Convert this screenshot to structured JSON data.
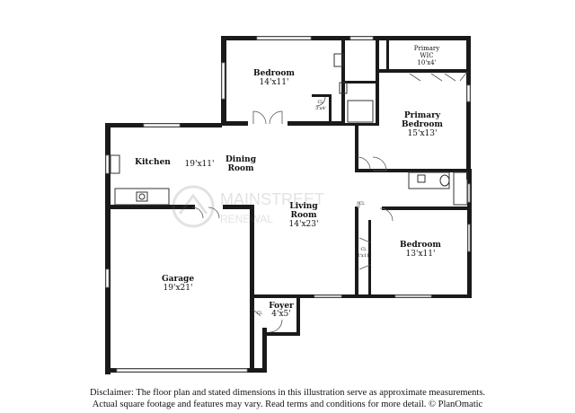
{
  "rooms": {
    "bedroom1": {
      "name": "Bedroom",
      "dims": "14'x11'"
    },
    "closet1": {
      "name": "Cl.",
      "dims": "3'x4'"
    },
    "primary_wic": {
      "name": "Primary",
      "name2": "WIC",
      "dims": "10'x4'"
    },
    "primary_bedroom": {
      "name": "Primary",
      "name2": "Bedroom",
      "dims": "15'x13'"
    },
    "kitchen": {
      "name": "Kitchen"
    },
    "dining": {
      "name": "Dining",
      "name2": "Room",
      "dims": "19'x11'"
    },
    "living": {
      "name": "Living",
      "name2": "Room",
      "dims": "14'x23'"
    },
    "closet2": {
      "name": "Cl."
    },
    "closet3": {
      "name": "Cl.",
      "dims": "2'x11'"
    },
    "bedroom2": {
      "name": "Bedroom",
      "dims": "13'x11'"
    },
    "garage": {
      "name": "Garage",
      "dims": "19'x21'"
    },
    "foyer": {
      "name": "Foyer",
      "dims": "4'x5'"
    },
    "closet4": {
      "name": "Cl."
    }
  },
  "watermark": {
    "text": "MAINSTREET",
    "sub": "RENEWAL"
  },
  "disclaimer": {
    "line1": "Disclaimer: The floor plan and stated dimensions in this illustration serve as approximate measurements.",
    "line2": "Actual square footage and features may vary. Read terms and conditions for more detail. © PlanOmatic"
  }
}
